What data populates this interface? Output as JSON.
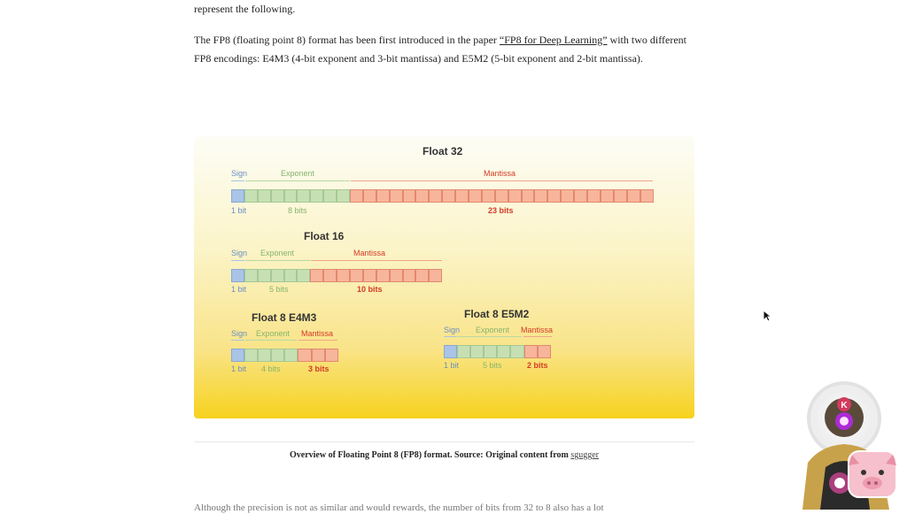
{
  "article": {
    "intro_tail": "represent the following.",
    "fp8_para": {
      "before": "The FP8 (floating point 8) format has been first introduced in the paper ",
      "link": "“FP8 for Deep Learning”",
      "after": " with two different FP8 encodings: E4M3 (4-bit exponent and 3-bit mantissa) and E5M2 (5-bit exponent and 2-bit mantissa)."
    },
    "next_para_cut": "Although the precision is not as similar and would rewards, the number of bits from 32 to 8 also has a lot"
  },
  "figure": {
    "float32": {
      "title": "Float 32",
      "sign": "Sign",
      "exponent": "Exponent",
      "mantissa": "Mantissa",
      "sign_bits": "1 bit",
      "exp_bits": "8 bits",
      "man_bits": "23 bits",
      "counts": {
        "sign": 1,
        "exponent": 8,
        "mantissa": 23
      }
    },
    "float16": {
      "title": "Float 16",
      "sign": "Sign",
      "exponent": "Exponent",
      "mantissa": "Mantissa",
      "sign_bits": "1 bit",
      "exp_bits": "5 bits",
      "man_bits": "10 bits",
      "counts": {
        "sign": 1,
        "exponent": 5,
        "mantissa": 10
      }
    },
    "e4m3": {
      "title": "Float 8 E4M3",
      "sign": "Sign",
      "exponent": "Exponent",
      "mantissa": "Mantissa",
      "sign_bits": "1 bit",
      "exp_bits": "4 bits",
      "man_bits": "3 bits",
      "counts": {
        "sign": 1,
        "exponent": 4,
        "mantissa": 3
      }
    },
    "e5m2": {
      "title": "Float 8 E5M2",
      "sign": "Sign",
      "exponent": "Exponent",
      "mantissa": "Mantissa",
      "sign_bits": "1 bit",
      "exp_bits": "5 bits",
      "man_bits": "2 bits",
      "counts": {
        "sign": 1,
        "exponent": 5,
        "mantissa": 2
      }
    },
    "caption": {
      "text": "Overview of Floating Point 8 (FP8) format. Source: Original content from ",
      "link": "sgugger"
    }
  },
  "overlay": {
    "avatar_badge": "K",
    "icons": [
      "cursor-arrow-icon",
      "pig-icon"
    ]
  },
  "colors": {
    "sign": "#a9c4e6",
    "exponent": "#c6e0b4",
    "mantissa": "#f7b59c",
    "mantissa_text": "#d43a27"
  }
}
